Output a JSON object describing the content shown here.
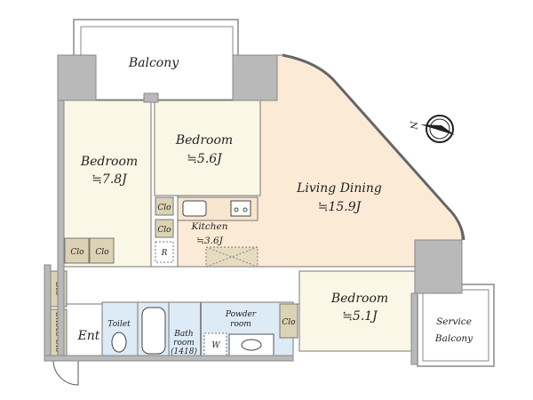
{
  "rooms": {
    "balcony": {
      "name": "Balcony"
    },
    "bedroom1": {
      "name": "Bedroom",
      "area": "≒7.8J"
    },
    "bedroom2": {
      "name": "Bedroom",
      "area": "≒5.6J"
    },
    "living": {
      "name": "Living Dining",
      "area": "≒15.9J"
    },
    "kitchen": {
      "name": "Kitchen",
      "area": "≒3.6J"
    },
    "bedroom3": {
      "name": "Bedroom",
      "area": "≒5.1J"
    },
    "service_balcony": {
      "line1": "Service",
      "line2": "Balcony"
    },
    "toilet": {
      "name": "Toilet"
    },
    "bath": {
      "line1": "Bath",
      "line2": "room",
      "line3": "(1418)"
    },
    "powder": {
      "line1": "Powder",
      "line2": "room"
    },
    "washer": {
      "name": "W"
    },
    "entrance": {
      "name": "Ent"
    },
    "storage": {
      "name": "Sto"
    },
    "shoes": {
      "name": "Shoes Clo"
    },
    "fridge": {
      "name": "R"
    }
  },
  "closet_label": "Clo",
  "compass": {
    "label": "N"
  },
  "colors": {
    "wall": "#b9b9b9",
    "bedroom": "#fbf7e6",
    "living": "#fbead6",
    "closet": "#dcd3b4",
    "wet": "#dcebf6"
  }
}
